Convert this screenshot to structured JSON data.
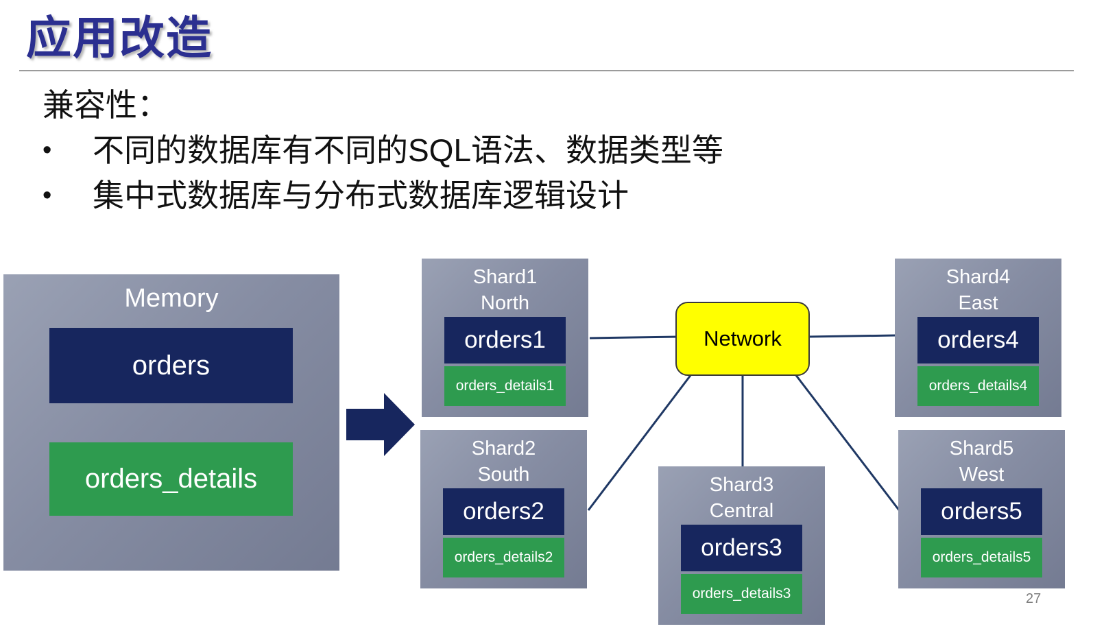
{
  "slide": {
    "title": "应用改造",
    "page_number": "27"
  },
  "content": {
    "heading": "兼容性：",
    "bullet_char": "•",
    "bullets": [
      "不同的数据库有不同的SQL语法、数据类型等",
      "集中式数据库与分布式数据库逻辑设计"
    ]
  },
  "diagram": {
    "memory": {
      "title": "Memory",
      "orders": "orders",
      "details": "orders_details"
    },
    "network": {
      "label": "Network"
    },
    "shards": [
      {
        "name": "Shard1",
        "region": "North",
        "orders": "orders1",
        "details": "orders_details1"
      },
      {
        "name": "Shard2",
        "region": "South",
        "orders": "orders2",
        "details": "orders_details2"
      },
      {
        "name": "Shard3",
        "region": "Central",
        "orders": "orders3",
        "details": "orders_details3"
      },
      {
        "name": "Shard4",
        "region": "East",
        "orders": "orders4",
        "details": "orders_details4"
      },
      {
        "name": "Shard5",
        "region": "West",
        "orders": "orders5",
        "details": "orders_details5"
      }
    ]
  },
  "colors": {
    "title-navy": "#2b2f90",
    "table-navy": "#17265e",
    "table-green": "#2e9b4f",
    "panel-gray": "#868da3",
    "network-yellow": "#ffff00",
    "connector-navy": "#1f3864"
  }
}
